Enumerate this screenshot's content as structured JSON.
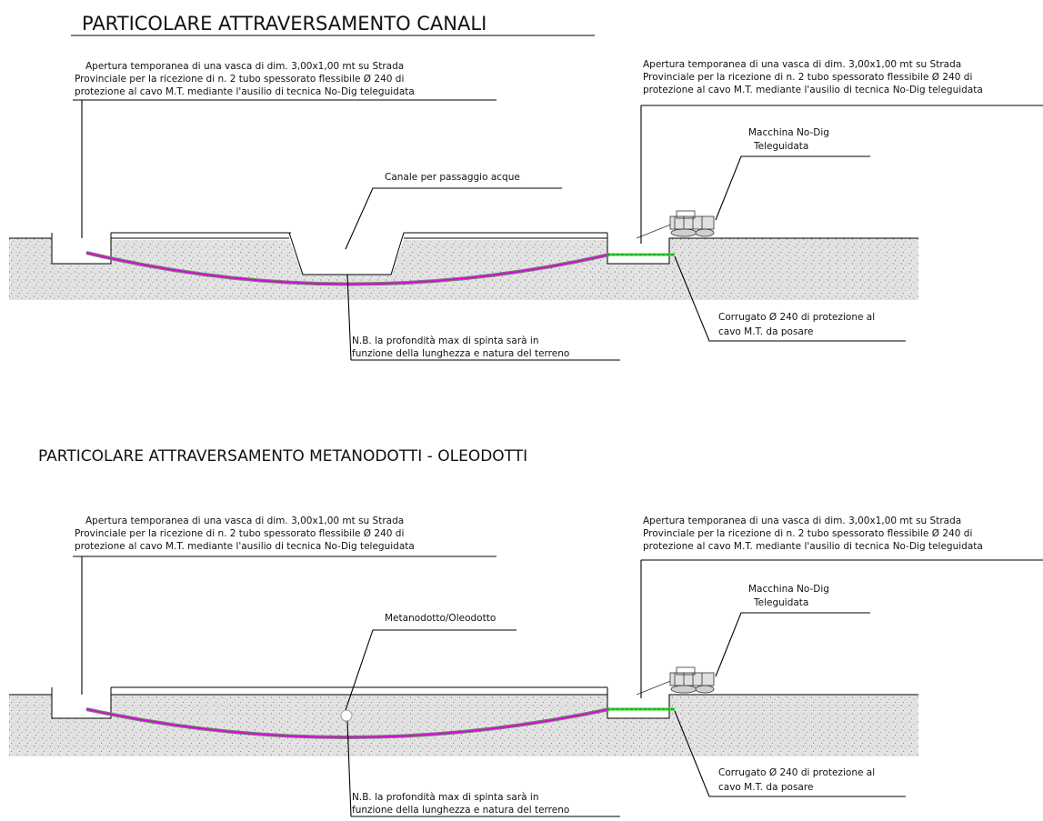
{
  "colors": {
    "pipe_outer": "#7a7a7a",
    "pipe_inner": "#e000e0",
    "corrugated": "#22dd22",
    "soil": "#d2d2d2",
    "ink": "#111111"
  },
  "section1": {
    "title": "PARTICOLARE ATTRAVERSAMENTO CANALI",
    "left_pit_note": [
      "Apertura temporanea di una vasca di dim. 3,00x1,00 mt su Strada",
      "Provinciale per la ricezione di n. 2 tubo spessorato flessibile Ø 240 di",
      "protezione al cavo M.T. mediante l'ausilio di tecnica No-Dig teleguidata"
    ],
    "right_pit_note": [
      "Apertura temporanea di una vasca di dim. 3,00x1,00 mt su Strada",
      "Provinciale per la ricezione di n. 2 tubo spessorato flessibile Ø 240 di",
      "protezione al cavo M.T. mediante l'ausilio di tecnica No-Dig teleguidata"
    ],
    "machine_label": [
      "Macchina No-Dig",
      "Teleguidata"
    ],
    "obstacle_label": "Canale per passaggio acque",
    "depth_note": [
      "N.B. la profondità max di spinta sarà in",
      "funzione della lunghezza e natura del terreno"
    ],
    "corrugated_note": [
      "Corrugato Ø 240 di protezione al",
      "cavo M.T. da posare"
    ],
    "icons": [
      "no-dig-drilling-machine-icon"
    ]
  },
  "section2": {
    "title": "PARTICOLARE ATTRAVERSAMENTO METANODOTTI - OLEODOTTI",
    "left_pit_note": [
      "Apertura temporanea di una vasca di dim. 3,00x1,00 mt su Strada",
      "Provinciale per la ricezione di n. 2 tubo spessorato flessibile Ø 240 di",
      "protezione al cavo M.T. mediante l'ausilio di tecnica No-Dig teleguidata"
    ],
    "right_pit_note": [
      "Apertura temporanea di una vasca di dim. 3,00x1,00 mt su Strada",
      "Provinciale per la ricezione di n. 2 tubo spessorato flessibile Ø 240 di",
      "protezione al cavo M.T. mediante l'ausilio di tecnica No-Dig teleguidata"
    ],
    "machine_label": [
      "Macchina No-Dig",
      "Teleguidata"
    ],
    "obstacle_label": "Metanodotto/Oleodotto",
    "depth_note": [
      "N.B. la profondità max di spinta sarà in",
      "funzione della lunghezza e natura del terreno"
    ],
    "corrugated_note": [
      "Corrugato Ø 240 di protezione al",
      "cavo M.T. da posare"
    ],
    "icons": [
      "no-dig-drilling-machine-icon"
    ]
  }
}
